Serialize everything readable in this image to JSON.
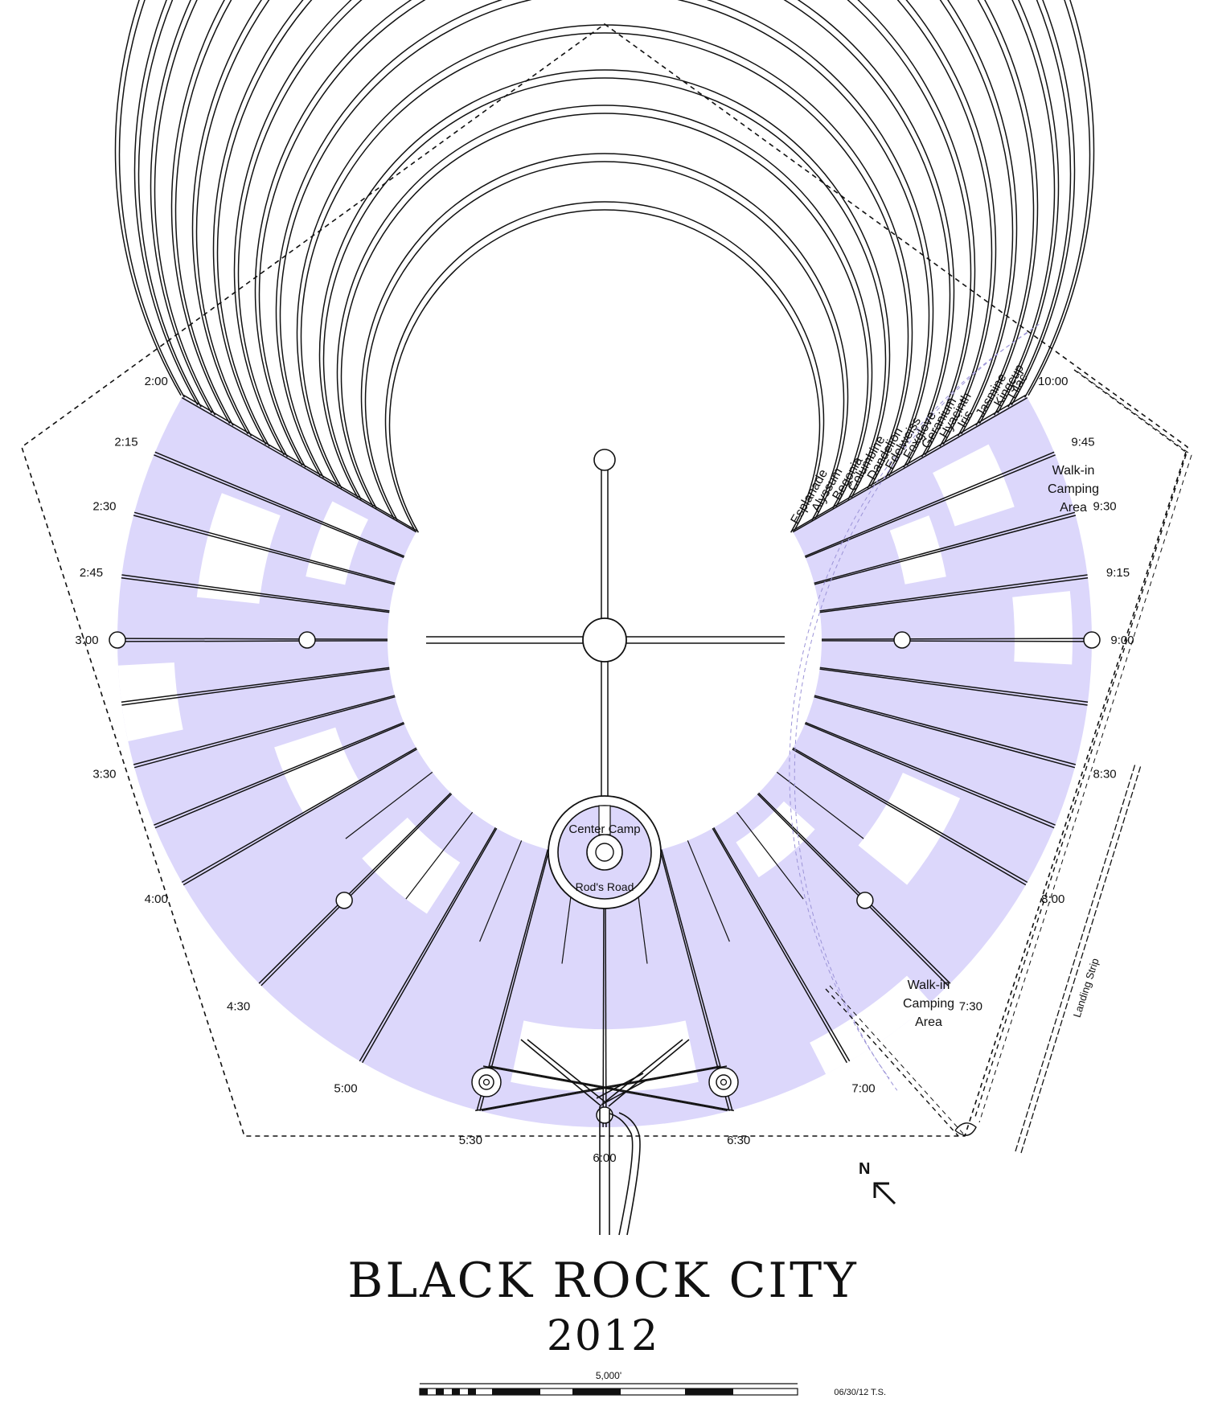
{
  "map": {
    "title": "BLACK ROCK CITY",
    "year": "2012",
    "scale_label": "5,000'",
    "credit": "06/30/12 T.S.",
    "north_label": "N",
    "center_camp_label": "Center Camp",
    "rods_road_label": "Rod's Road",
    "walk_in_top": [
      "Walk-in",
      "Camping",
      "Area"
    ],
    "walk_in_bottom": [
      "Walk-in",
      "Camping",
      "Area"
    ],
    "landing_strip_label": "Landing Strip",
    "streets": [
      "Esplanade",
      "Alyssum",
      "Begonia",
      "Columbine",
      "Dandelion",
      "Edelweiss",
      "Foxglove",
      "Geranium",
      "Hyacinth",
      "Iris",
      "Jasmine",
      "Kingcup",
      "Lilac"
    ],
    "clock_labels": [
      {
        "t": "10:00",
        "h": 10.0
      },
      {
        "t": "9:45",
        "h": 9.75
      },
      {
        "t": "9:30",
        "h": 9.5
      },
      {
        "t": "9:15",
        "h": 9.25
      },
      {
        "t": "9:00",
        "h": 9.0
      },
      {
        "t": "8:30",
        "h": 8.5
      },
      {
        "t": "8:00",
        "h": 8.0
      },
      {
        "t": "7:30",
        "h": 7.5
      },
      {
        "t": "7:00",
        "h": 7.0
      },
      {
        "t": "6:30",
        "h": 6.5
      },
      {
        "t": "6:00",
        "h": 6.0
      },
      {
        "t": "5:30",
        "h": 5.5
      },
      {
        "t": "5:00",
        "h": 5.0
      },
      {
        "t": "4:30",
        "h": 4.5
      },
      {
        "t": "4:00",
        "h": 4.0
      },
      {
        "t": "3:30",
        "h": 3.5
      },
      {
        "t": "3:00",
        "h": 3.0
      },
      {
        "t": "2:45",
        "h": 2.75
      },
      {
        "t": "2:30",
        "h": 2.5
      },
      {
        "t": "2:15",
        "h": 2.25
      },
      {
        "t": "2:00",
        "h": 2.0
      }
    ],
    "colors": {
      "camp_fill": "#dcd7fb",
      "line": "#111111",
      "guide": "#9c94d8",
      "background": "#ffffff"
    }
  }
}
